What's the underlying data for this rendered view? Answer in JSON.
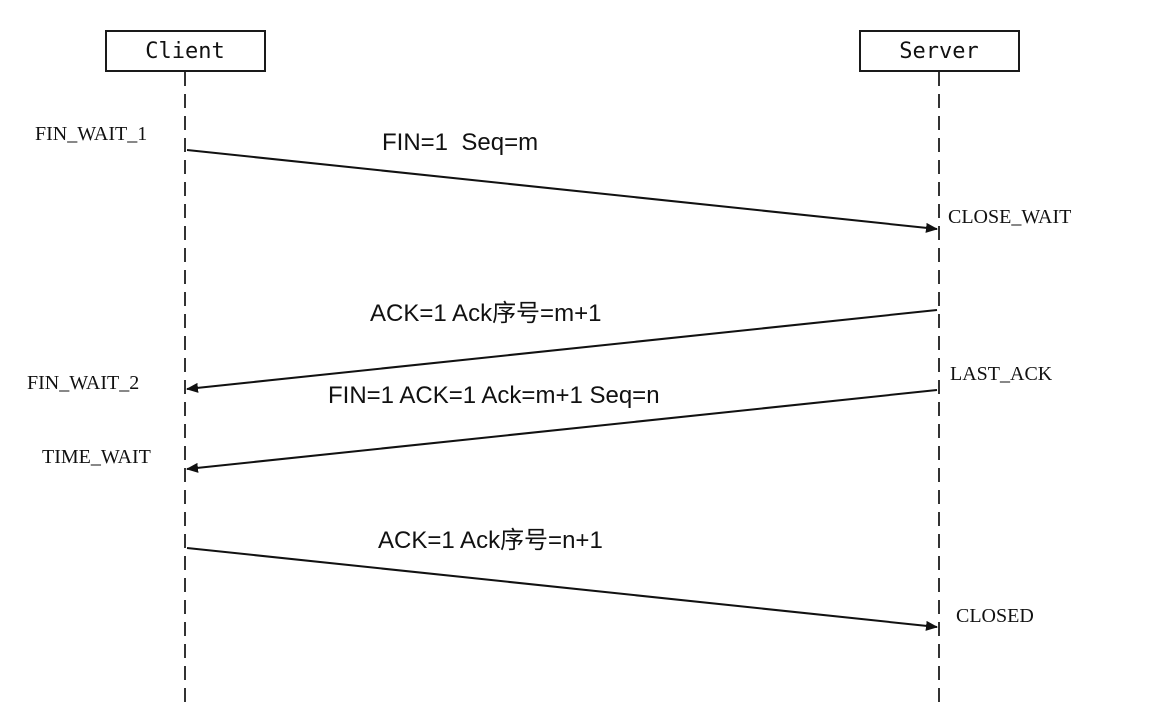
{
  "actors": {
    "client": {
      "label": "Client"
    },
    "server": {
      "label": "Server"
    }
  },
  "states": {
    "fin_wait_1": "FIN_WAIT_1",
    "close_wait": "CLOSE_WAIT",
    "fin_wait_2": "FIN_WAIT_2",
    "last_ack": "LAST_ACK",
    "time_wait": "TIME_WAIT",
    "closed": "CLOSED"
  },
  "messages": [
    {
      "from": "client",
      "to": "server",
      "label": "FIN=1  Seq=m"
    },
    {
      "from": "server",
      "to": "client",
      "label": "ACK=1 Ack序号=m+1"
    },
    {
      "from": "server",
      "to": "client",
      "label": "FIN=1 ACK=1 Ack=m+1 Seq=n"
    },
    {
      "from": "client",
      "to": "server",
      "label": "ACK=1 Ack序号=n+1"
    }
  ]
}
